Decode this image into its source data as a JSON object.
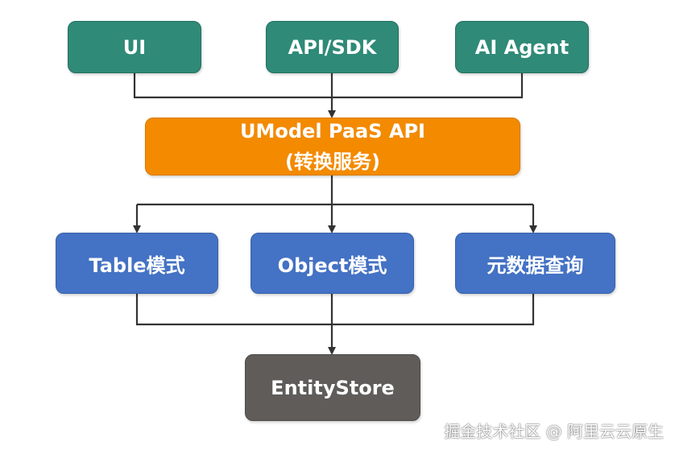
{
  "diagram": {
    "clients": {
      "ui": "UI",
      "api_sdk": "API/SDK",
      "ai_agent": "AI Agent"
    },
    "gateway": {
      "line1": "UModel PaaS API",
      "line2": "(转换服务)"
    },
    "modes": {
      "table": "Table模式",
      "object": "Object模式",
      "metadata": "元数据查询"
    },
    "store": "EntityStore"
  },
  "watermark": "掘金技术社区 @ 阿里云云原生",
  "colors": {
    "client": "#2f8a78",
    "gateway": "#f38a00",
    "mode": "#4472c4",
    "store": "#5f5c5a",
    "connector": "#333333"
  }
}
